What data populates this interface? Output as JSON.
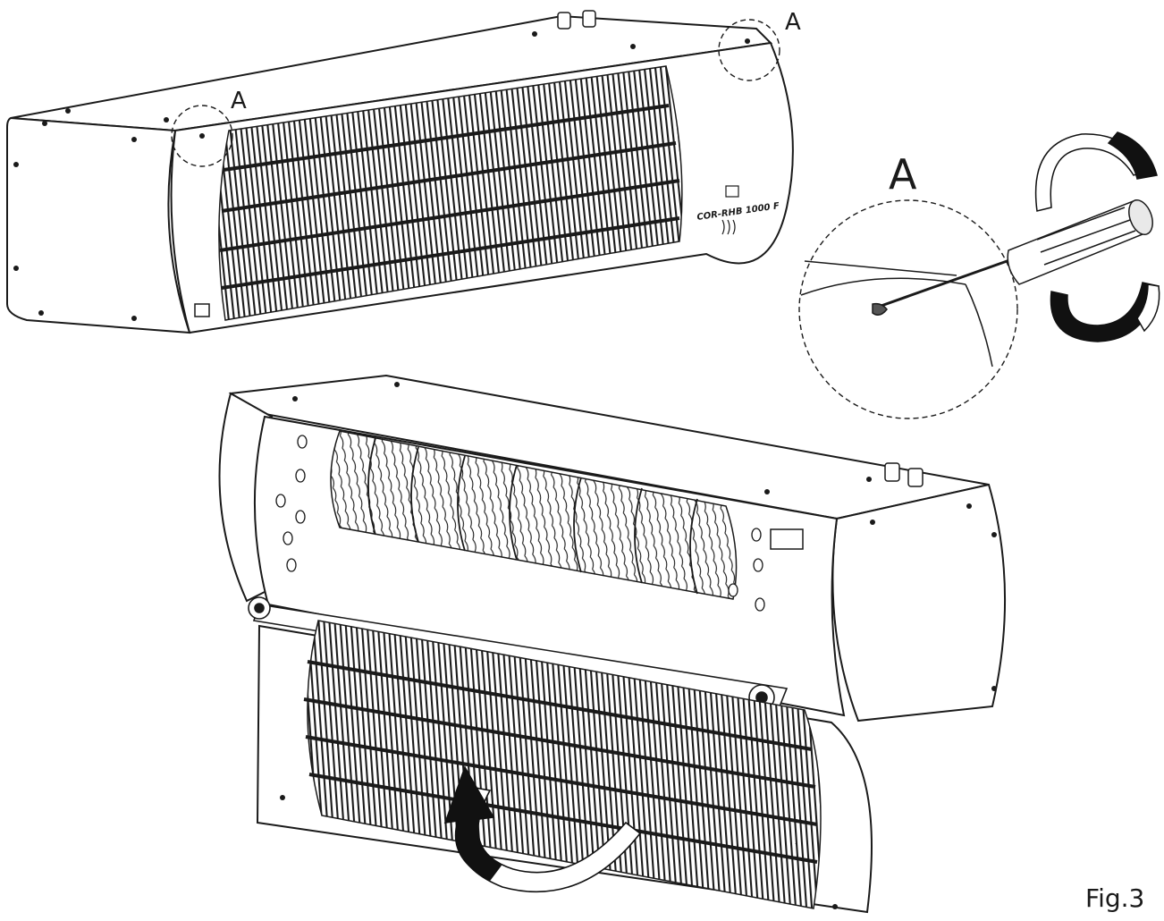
{
  "callouts": {
    "left_marker": "A",
    "right_marker": "A",
    "detail_marker": "A"
  },
  "product": {
    "model_text": "COR-RHB 1000 F"
  },
  "figure": {
    "caption": "Fig.3"
  },
  "colors": {
    "line": "#1a1a1a",
    "fill": "#ffffff",
    "arrow": "#111111"
  },
  "icons": [
    "screwdriver-icon",
    "rotate-arrow-icon",
    "fan-impeller-icon",
    "grille-icon"
  ]
}
